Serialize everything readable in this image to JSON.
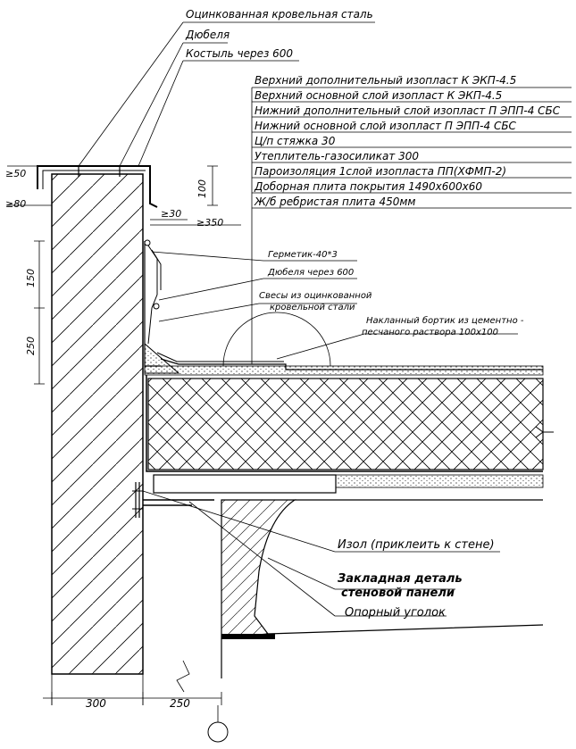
{
  "top_callouts": [
    "Оцинкованная кровельная сталь",
    "Дюбеля",
    "Костыль через 600"
  ],
  "layers": [
    "Верхний дополнительный изопласт К ЭКП-4.5",
    "Верхний основной слой изопласт К ЭКП-4.5",
    "Нижний дополнительный слой изопласт П ЭПП-4 СБС",
    "Нижний основной слой изопласт П ЭПП-4 СБС",
    "Ц/п стяжка 30",
    "Утеплитель-газосиликат 300",
    "Пароизоляция 1слой изопласта ПП(ХФМП-2)",
    "Доборная плита покрытия 1490х600х60",
    "Ж/б ребристая плита 450мм"
  ],
  "mid_callouts": {
    "sealant": "Герметик-40*3",
    "dowels": "Дюбеля через 600",
    "aprons_1": "Свесы из оцинкованной",
    "aprons_2": "кровельной стали",
    "curb_1": "Накланный бортик из цементно -",
    "curb_2": "песчаного раствора 100х100"
  },
  "bottom_callouts": {
    "isol": "Изол (приклеить к стене)",
    "embed_1": "Закладная деталь",
    "embed_2": "стеновой панели",
    "angle": "Опорный уголок"
  },
  "dimensions": {
    "d50": "≥50",
    "d80": "≥80",
    "d100": "100",
    "d30": "≥30",
    "d350": "≥350",
    "d150": "150",
    "d250v": "250",
    "d300": "300",
    "d250h": "250"
  }
}
